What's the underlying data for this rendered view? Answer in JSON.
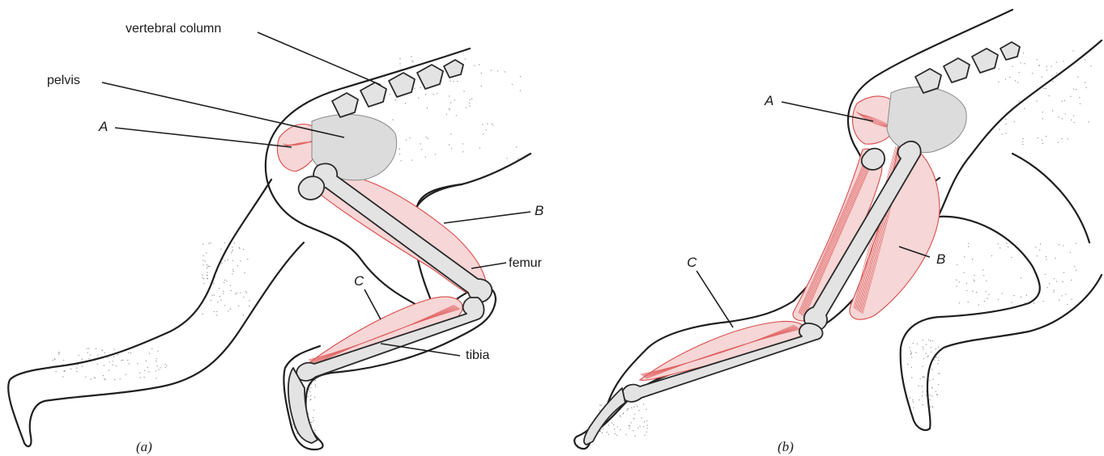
{
  "labels": {
    "vertebral_column": "vertebral column",
    "pelvis": "pelvis",
    "muscle_a_left": "A",
    "muscle_b_left": "B",
    "muscle_c_left": "C",
    "femur": "femur",
    "tibia": "tibia",
    "muscle_a_right": "A",
    "muscle_b_right": "B",
    "muscle_c_right": "C"
  },
  "captions": {
    "panel_a": "(a)",
    "panel_b": "(b)"
  },
  "colors": {
    "muscle": "#d84a4a",
    "bone": "#e3e3e3",
    "outline": "#1f1f1f"
  }
}
